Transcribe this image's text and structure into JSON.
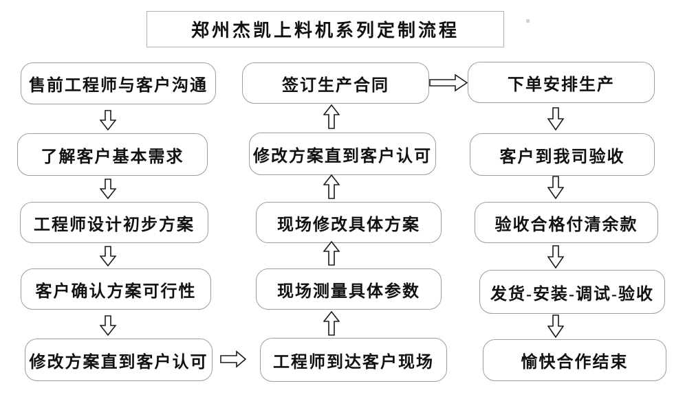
{
  "title": {
    "text": "郑州杰凯上料机系列定制流程"
  },
  "flow": {
    "left": [
      "售前工程师与客户沟通",
      "了解客户基本需求",
      "工程师设计初步方案",
      "客户确认方案可行性",
      "修改方案直到客户认可"
    ],
    "middle": [
      "签订生产合同",
      "修改方案直到客户认可",
      "现场修改具体方案",
      "现场测量具体参数",
      "工程师到达客户现场"
    ],
    "right": [
      "下单安排生产",
      "客户到我司验收",
      "验收合格付清余款",
      "发货-安装-调试-验收",
      "愉快合作结束"
    ]
  },
  "icons": {
    "down_arrow": "hollow-block-arrow-down",
    "up_arrow": "hollow-block-arrow-up",
    "right_arrow": "hollow-block-arrow-right"
  },
  "colors": {
    "background": "#ffffff",
    "node_border": "#9c9c9c",
    "title_border": "#b0b0b0",
    "text": "#111111",
    "arrow_stroke": "#1a1a1a"
  }
}
